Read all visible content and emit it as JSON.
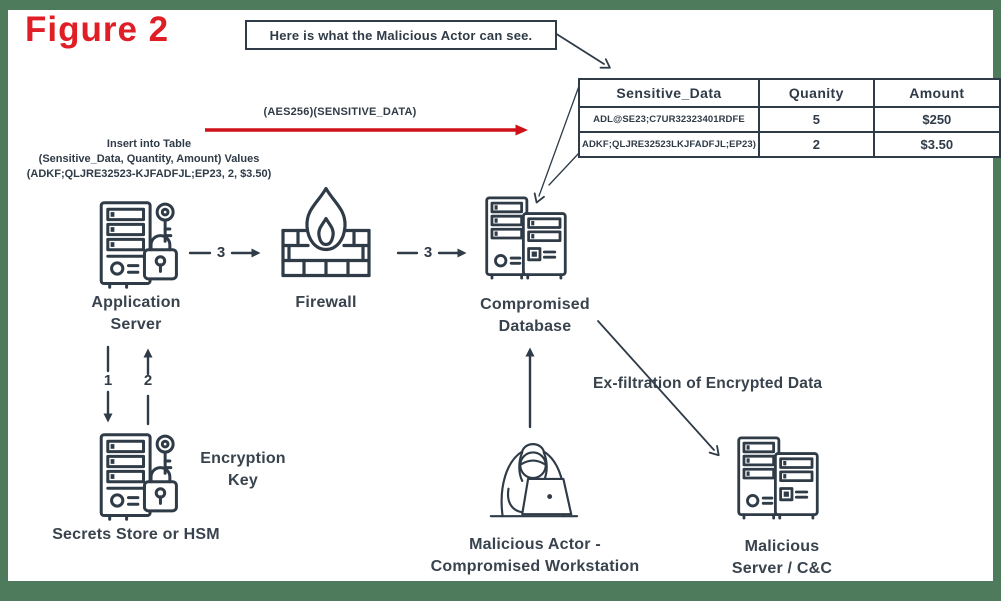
{
  "colors": {
    "green_backdrop": "#4e7b5c",
    "paper": "#ffffff",
    "ink": "#2f3b47",
    "figure_red": "#e01e26",
    "arrow_red": "#cf1119"
  },
  "figure_label": "Figure 2",
  "banner": {
    "text": "Here is what the Malicious Actor can see."
  },
  "insert_note": {
    "line1": "Insert into Table",
    "line2": "(Sensitive_Data, Quantity, Amount) Values",
    "line3": "(ADKF;QLJRE32523-KJFADFJL;EP23, 2, $3.50)"
  },
  "encrypted_flow_label": "(AES256)(SENSITIVE_DATA)",
  "table": {
    "headers": [
      "Sensitive_Data",
      "Quanity",
      "Amount"
    ],
    "rows": [
      [
        "ADL@SE23;C7UR32323401RDFE",
        "5",
        "$250"
      ],
      [
        "ADKF;QLJRE32523LKJFADFJL;EP23)",
        "2",
        "$3.50"
      ]
    ]
  },
  "nodes": {
    "app_server": {
      "line1": "Application",
      "line2": "Server"
    },
    "firewall": {
      "label": "Firewall"
    },
    "database": {
      "line1": "Compromised",
      "line2": "Database"
    },
    "secrets": {
      "label": "Secrets Store or HSM"
    },
    "encryption_key": {
      "line1": "Encryption",
      "line2": "Key"
    },
    "actor": {
      "line1": "Malicious Actor -",
      "line2": "Compromised Workstation"
    },
    "cnc": {
      "line1": "Malicious",
      "line2": "Server / C&C"
    }
  },
  "arrows": {
    "step1": "1",
    "step2": "2",
    "step3a": "3",
    "step3b": "3",
    "exfiltration_label": "Ex-filtration of Encrypted Data"
  }
}
